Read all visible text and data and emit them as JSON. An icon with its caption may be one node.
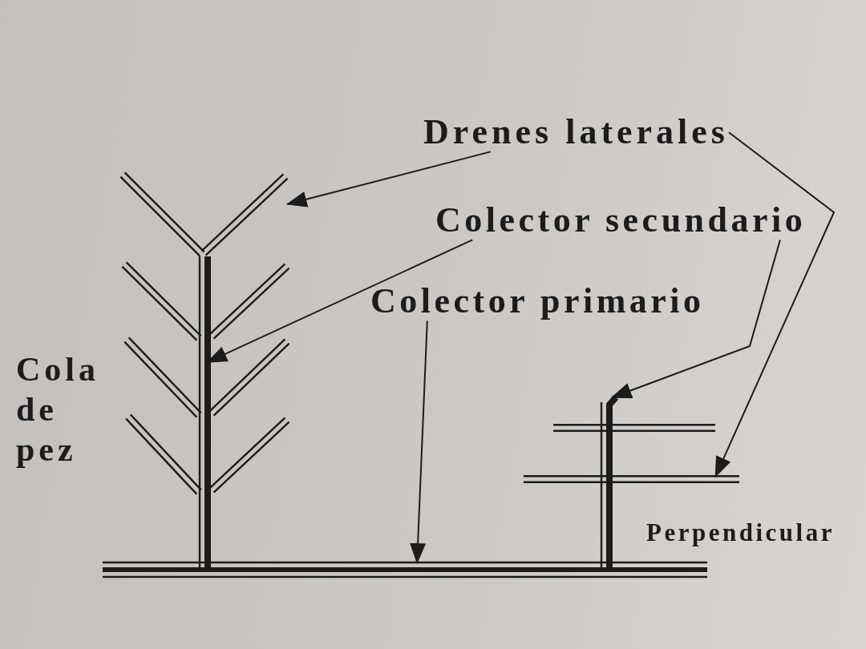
{
  "diagram": {
    "nodes": [
      {
        "text": [
          "Drenes laterales"
        ]
      },
      {
        "text": [
          "Colector secundario"
        ]
      },
      {
        "text": [
          "Colector primario"
        ]
      },
      {
        "text": [],
        "shape": "bar"
      },
      {
        "text": [],
        "shape": "bar"
      },
      {
        "text": [],
        "shape": "bar"
      },
      {
        "text": [],
        "shape": "bar"
      },
      {
        "text": [],
        "shape": "bar"
      }
    ],
    "edges": [
      {
        "from": 0,
        "to": 3,
        "arrow": "to"
      },
      {
        "from": 0,
        "to": 7,
        "arrow": "to"
      },
      {
        "from": 1,
        "to": 4,
        "arrow": "to"
      },
      {
        "from": 1,
        "to": 6,
        "arrow": "to"
      },
      {
        "from": 2,
        "to": 5,
        "arrow": "to"
      }
    ],
    "labels": [
      "Cola de pez",
      "Perpendicular"
    ]
  }
}
